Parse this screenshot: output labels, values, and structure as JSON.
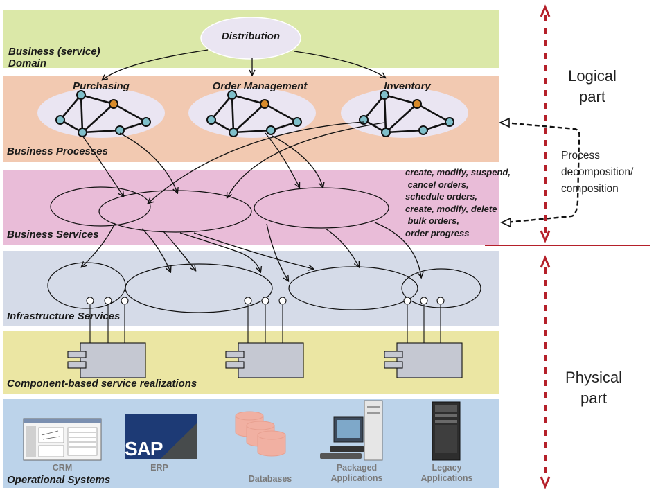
{
  "layers": {
    "business_domain": "Business (service)\nDomain",
    "business_processes": "Business Processes",
    "business_services": "Business Services",
    "infrastructure_services": "Infrastructure Services",
    "component_realizations": "Component-based service realizations",
    "operational_systems": "Operational Systems"
  },
  "domain_root": "Distribution",
  "processes": [
    "Purchasing",
    "Order Management",
    "Inventory"
  ],
  "operations": [
    "create, modify, suspend,",
    " cancel orders,",
    "schedule orders,",
    "create, modify, delete",
    " bulk orders,",
    "order progress"
  ],
  "sides": {
    "logical": "Logical\npart",
    "physical": "Physical\npart",
    "process_note": "Process\ndecomposition/\ncomposition"
  },
  "systems": {
    "crm": "CRM",
    "erp": "ERP",
    "erp_logo": "SAP",
    "databases": "Databases",
    "packaged": "Packaged\nApplications",
    "legacy": "Legacy\nApplications"
  },
  "colors": {
    "domain_band": "#dbe8a8",
    "process_band": "#f2c9b1",
    "services_band": "#e9bcd8",
    "infra_band": "#d5dbe8",
    "component_band": "#ebe6a3",
    "operational_band": "#bcd3ea",
    "ellipse_fill": "#eae5f2",
    "node_fill": "#7fbfca",
    "node_highlight": "#d98b2a",
    "accent_red": "#b5202a"
  }
}
